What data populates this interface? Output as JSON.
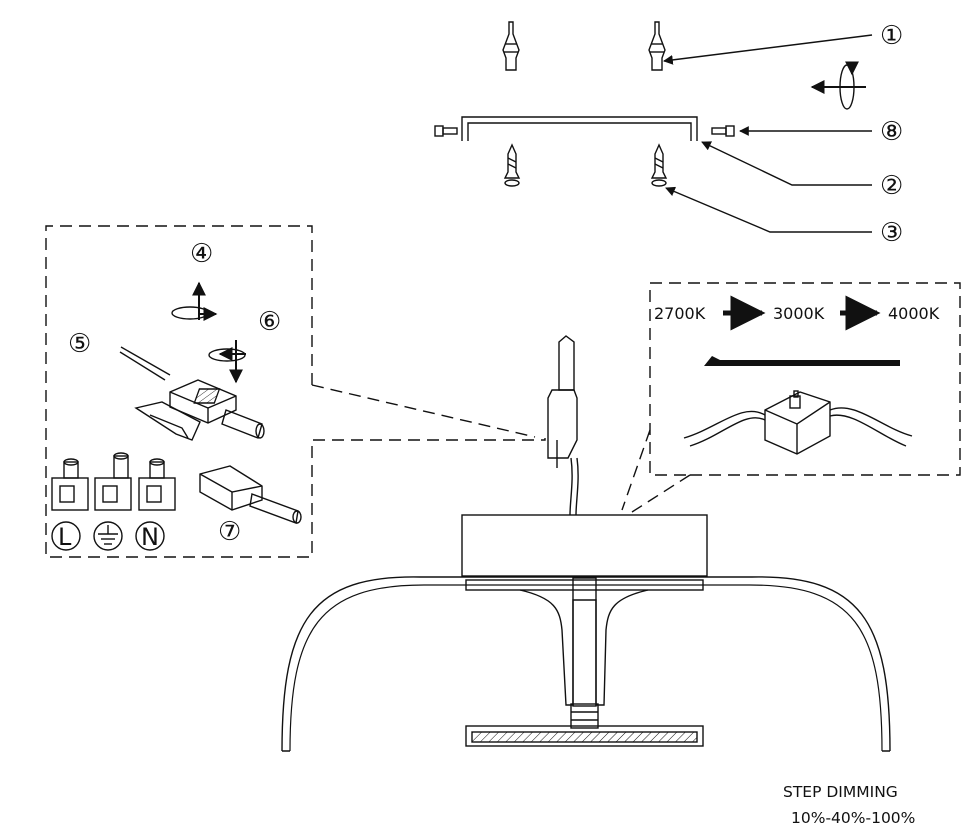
{
  "callouts": [
    "①",
    "②",
    "③",
    "④",
    "⑤",
    "⑥",
    "⑦",
    "⑧"
  ],
  "terminals": [
    "L",
    "N"
  ],
  "terminal_icons": {
    "earth": "ground-icon"
  },
  "cct": {
    "steps": [
      "2700K",
      "3000K",
      "4000K"
    ]
  },
  "footer": {
    "title": "STEP DIMMING",
    "levels": "10%-40%-100%"
  },
  "colors": {
    "line": "#111111",
    "paper": "#ffffff"
  }
}
